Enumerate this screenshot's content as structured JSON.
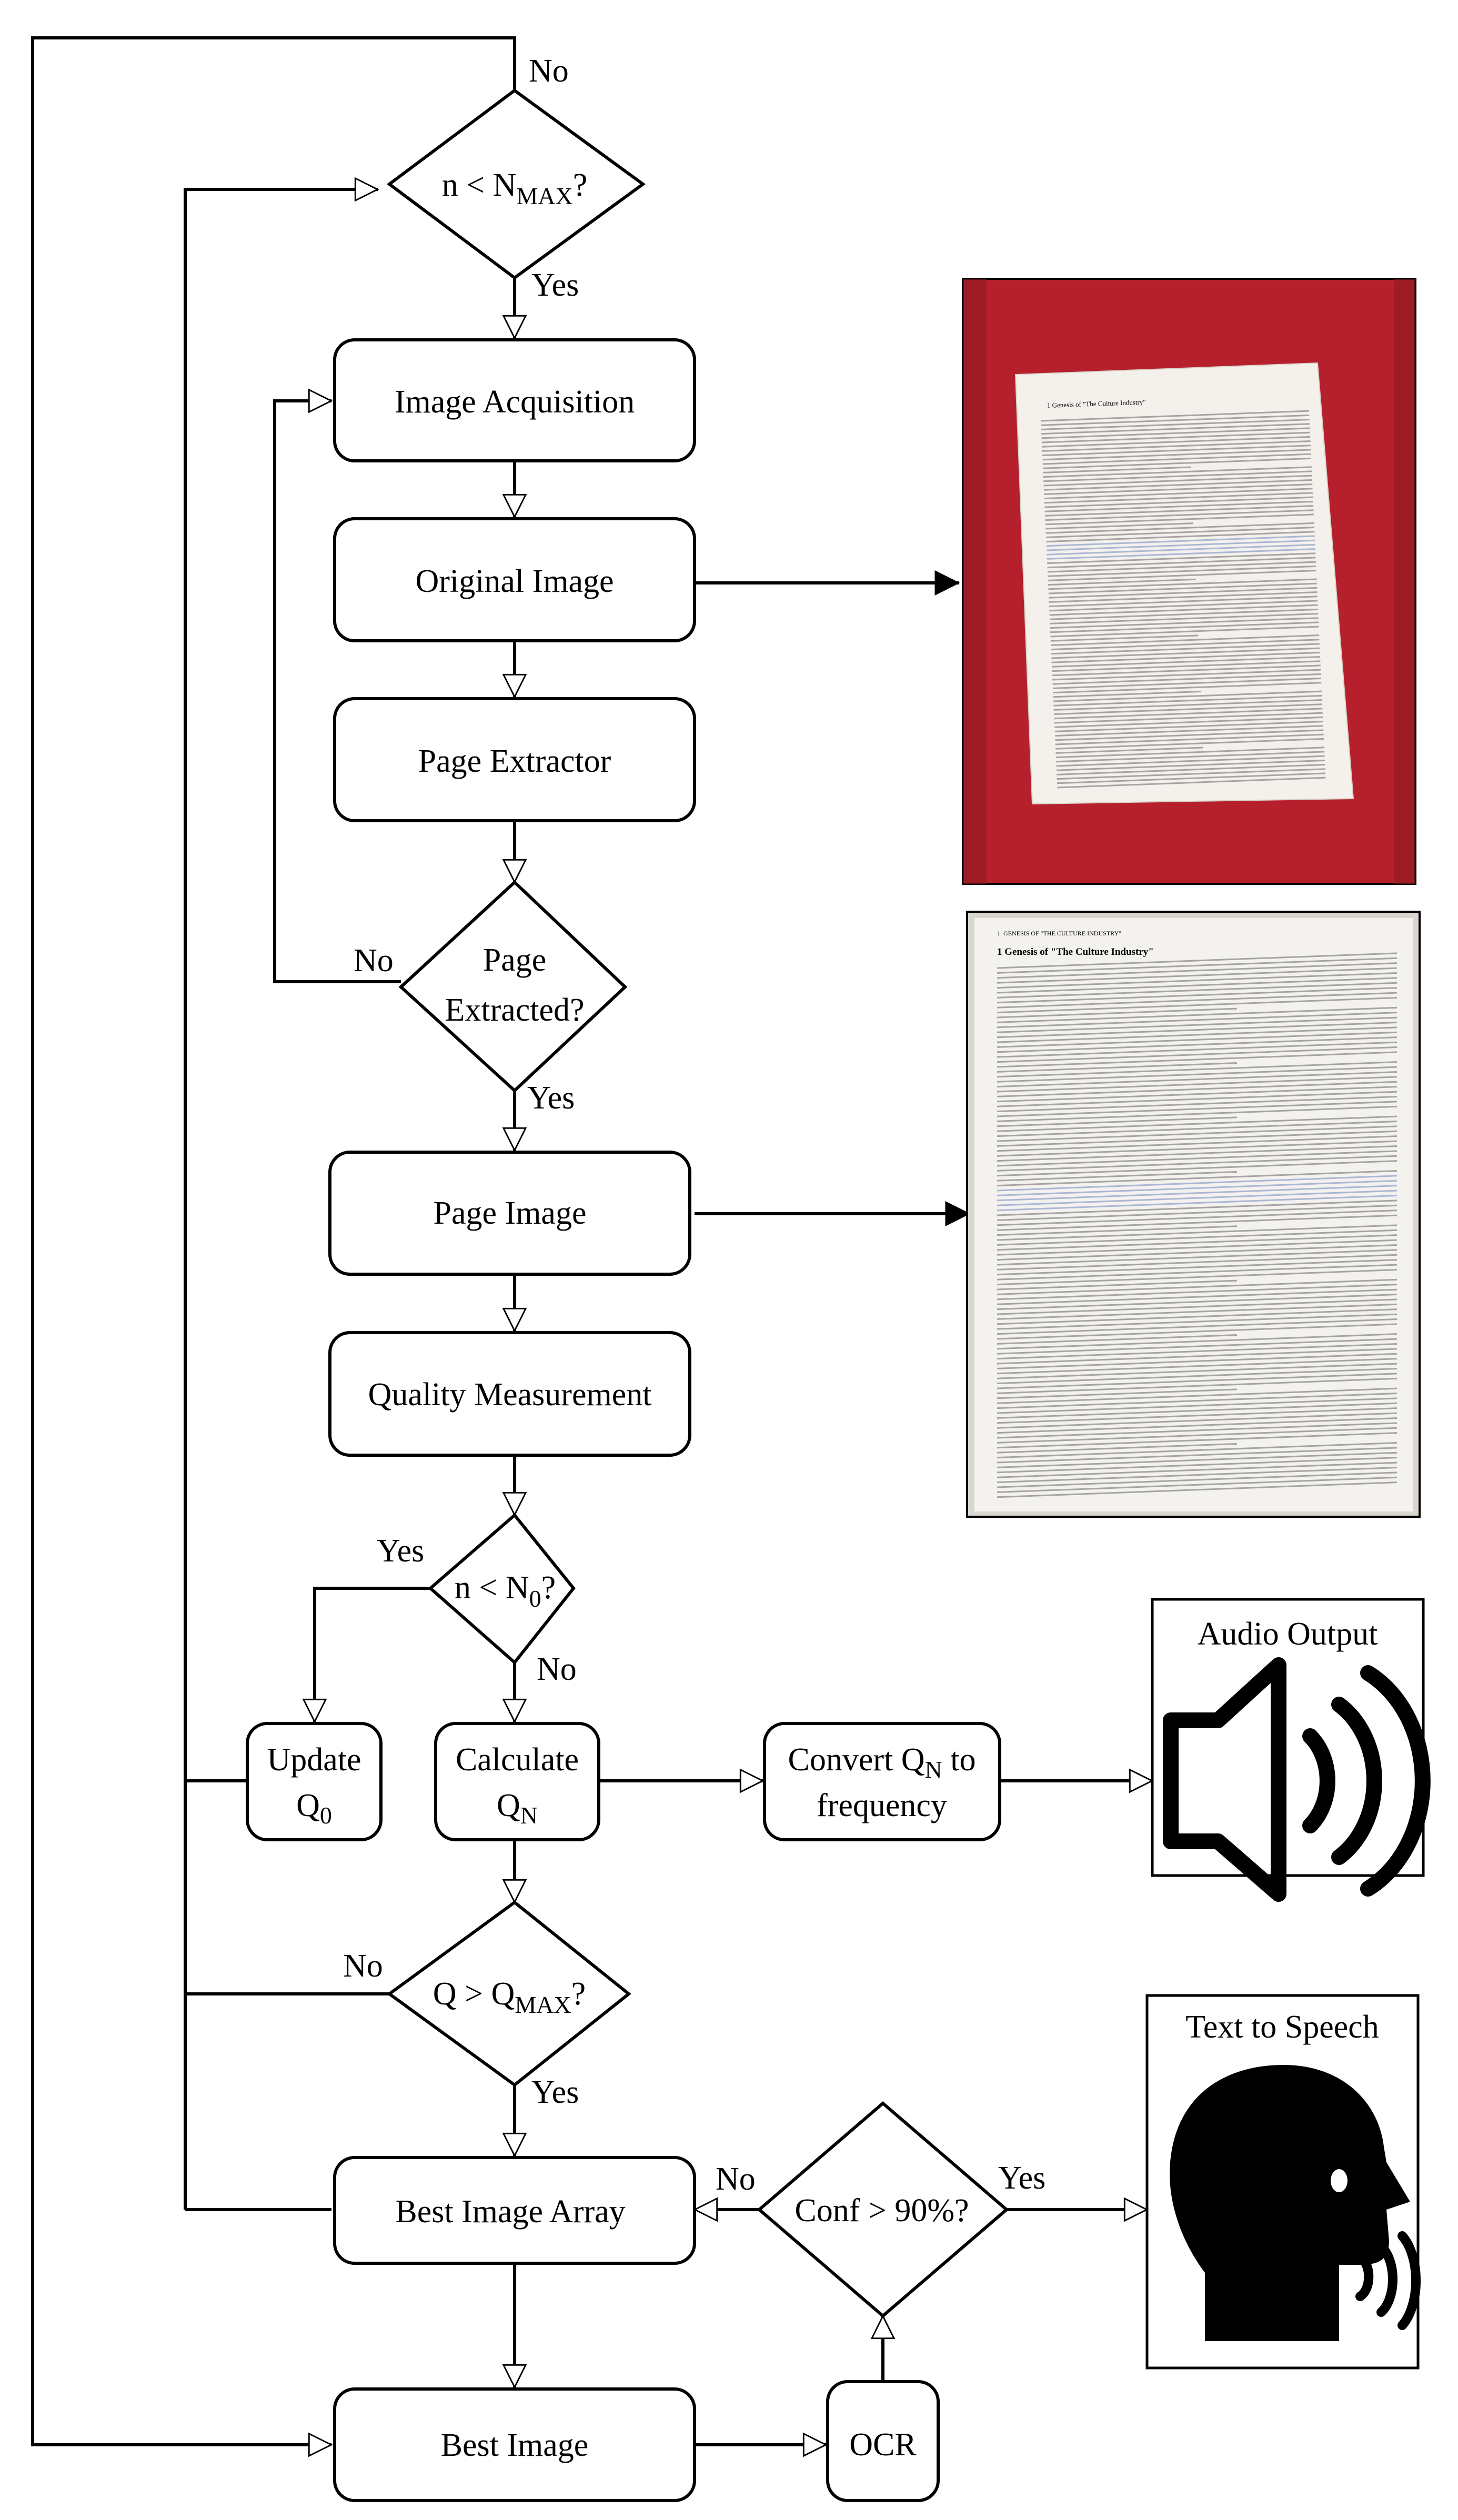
{
  "nodes": {
    "n_max_check": {
      "label": "n < N",
      "sub": "MAX",
      "suffix": "?"
    },
    "image_acquisition": {
      "label": "Image Acquisition"
    },
    "original_image": {
      "label": "Original Image"
    },
    "page_extractor": {
      "label": "Page Extractor"
    },
    "page_extracted_check": {
      "line1": "Page",
      "line2": "Extracted?"
    },
    "page_image": {
      "label": "Page Image"
    },
    "quality_measurement": {
      "label": "Quality Measurement"
    },
    "n0_check": {
      "label": "n < N",
      "sub": "0",
      "suffix": "?"
    },
    "update_q0": {
      "line1": "Update",
      "line2": "Q",
      "sub": "0"
    },
    "calculate_qn": {
      "line1": "Calculate",
      "line2": "Q",
      "sub": "N"
    },
    "convert_qn": {
      "line1a": "Convert Q",
      "sub": "N",
      "line1b": " to",
      "line2": "frequency"
    },
    "qmax_check": {
      "label": "Q > Q",
      "sub": "MAX",
      "suffix": "?"
    },
    "best_image_array": {
      "label": "Best Image Array"
    },
    "conf_check": {
      "label": "Conf > 90%?"
    },
    "best_image": {
      "label": "Best Image"
    },
    "ocr": {
      "label": "OCR"
    }
  },
  "edge_labels": {
    "no_top": "No",
    "yes_nmax": "Yes",
    "no_page": "No",
    "yes_page": "Yes",
    "yes_n0": "Yes",
    "no_n0": "No",
    "no_qmax": "No",
    "yes_qmax": "Yes",
    "no_conf": "No",
    "yes_conf": "Yes"
  },
  "panels": {
    "audio_output": {
      "title": "Audio Output",
      "icon": "speaker-icon"
    },
    "text_to_speech": {
      "title": "Text to Speech",
      "icon": "speaking-head-icon"
    }
  },
  "photos": {
    "original_photo": {
      "heading": "1   Genesis of \"The Culture Industry\""
    },
    "page_photo": {
      "header": "1. GENESIS OF \"THE CULTURE INDUSTRY\"",
      "heading": "1   Genesis of \"The Culture Industry\""
    }
  },
  "colors": {
    "stroke": "#000000",
    "photo_background": "#b5202c",
    "paper": "#f4f1ec",
    "text_lines": "#666666",
    "highlight_lines": "#6f86c4"
  }
}
